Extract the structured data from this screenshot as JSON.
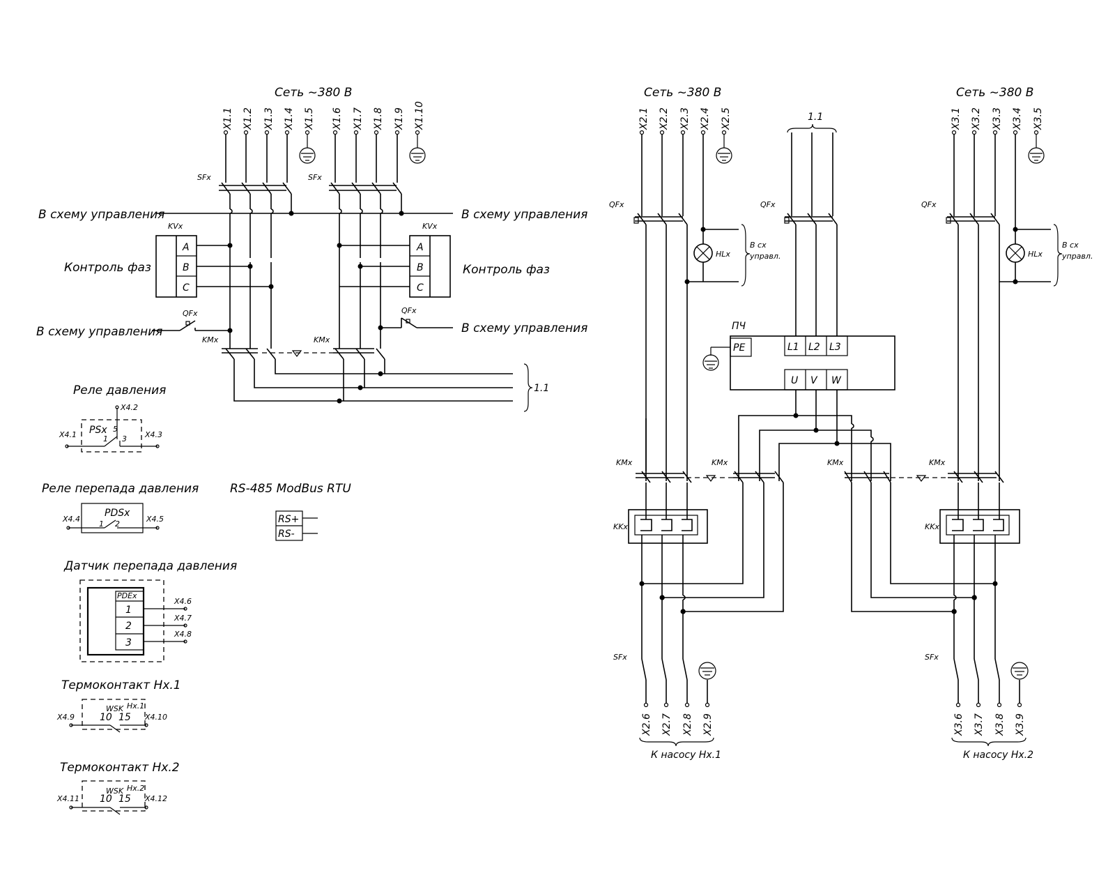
{
  "left": {
    "network": "Сеть ~380 В",
    "terminals": [
      "X1.1",
      "X1.2",
      "X1.3",
      "X1.4",
      "X1.5",
      "X1.6",
      "X1.7",
      "X1.8",
      "X1.9",
      "X1.10"
    ],
    "sf": "SFx",
    "km": "KMx",
    "qf": "QFx",
    "kv": "KVx",
    "phases": [
      "A",
      "B",
      "C"
    ],
    "to_control": "В схему управления",
    "phase_control": "Контроль фаз",
    "bus_ref": "1.1"
  },
  "sensors": {
    "pressure_relay": {
      "title": "Реле давления",
      "device": "PSx",
      "contacts": [
        "5",
        "1",
        "3"
      ],
      "terminals": [
        "X4.1",
        "X4.2",
        "X4.3"
      ]
    },
    "diff_relay": {
      "title": "Реле перепада давления",
      "device": "PDSx",
      "contacts": [
        "1",
        "2"
      ],
      "terminals": [
        "X4.4",
        "X4.5"
      ]
    },
    "diff_sensor": {
      "title": "Датчик перепада давления",
      "device": "PDEx",
      "pins": [
        "1",
        "2",
        "3"
      ],
      "terminals": [
        "X4.6",
        "X4.7",
        "X4.8"
      ]
    },
    "thermo1": {
      "title": "Термоконтакт Нх.1",
      "label": "WSK",
      "pump": "Нх.1",
      "contacts": [
        "10",
        "15"
      ],
      "terminals": [
        "X4.9",
        "X4.10"
      ]
    },
    "thermo2": {
      "title": "Термоконтакт Нх.2",
      "label": "WSK",
      "pump": "Нх.2",
      "contacts": [
        "10",
        "15"
      ],
      "terminals": [
        "X4.11",
        "X4.12"
      ]
    },
    "rs485": {
      "title": "RS-485 ModBus RTU",
      "pins": [
        "RS+",
        "RS-"
      ]
    }
  },
  "right": {
    "network": "Сеть ~380 В",
    "terminals_x2_top": [
      "X2.1",
      "X2.2",
      "X2.3",
      "X2.4",
      "X2.5"
    ],
    "terminals_x3_top": [
      "X3.1",
      "X3.2",
      "X3.3",
      "X3.4",
      "X3.5"
    ],
    "bus_ref": "1.1",
    "qf": "QFx",
    "hl": "HLx",
    "to_control_short": [
      "В сх",
      "управл."
    ],
    "vfd": {
      "label": "ПЧ",
      "pe": "PE",
      "inputs": [
        "L1",
        "L2",
        "L3"
      ],
      "outputs": [
        "U",
        "V",
        "W"
      ]
    },
    "km": "KMx",
    "kk": "KKx",
    "sf": "SFx",
    "terminals_x2_bottom": [
      "X2.6",
      "X2.7",
      "X2.8",
      "X2.9"
    ],
    "terminals_x3_bottom": [
      "X3.6",
      "X3.7",
      "X3.8",
      "X3.9"
    ],
    "pump1": "К насосу Нх.1",
    "pump2": "К насосу Нх.2"
  }
}
